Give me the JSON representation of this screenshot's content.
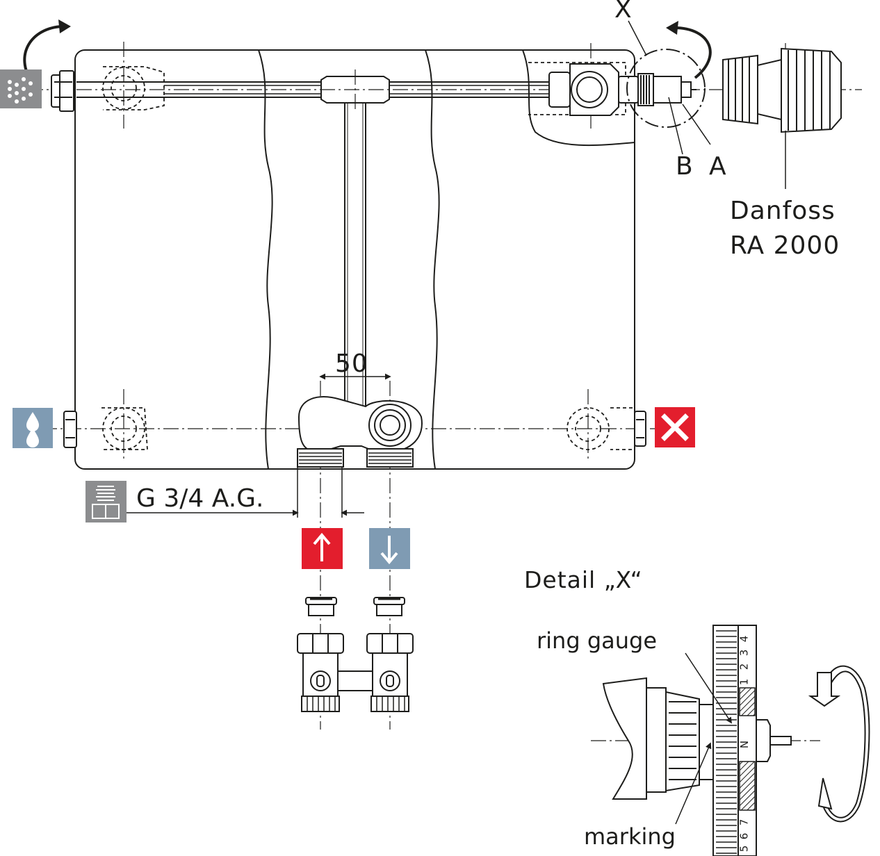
{
  "labels": {
    "x_marker": "X",
    "b": "B",
    "a": "A",
    "thermostat_line1": "Danfoss",
    "thermostat_line2": "RA 2000",
    "dimension": "50",
    "thread": "G 3/4 A.G.",
    "detail": "Detail „X“",
    "ring_gauge": "ring gauge",
    "marking": "marking"
  },
  "scale_digits": [
    "4",
    "3",
    "2",
    "1",
    "N",
    "7",
    "6",
    "5"
  ],
  "icons": {
    "vent": "venting-icon",
    "fill": "water-drops-icon",
    "no_connection": "cross-icon",
    "thread": "thread-nipple-icon",
    "flow": "arrow-up-icon",
    "return": "arrow-down-icon"
  },
  "colors": {
    "grey_icon": "#8c8d8f",
    "blue_icon": "#7f9bb3",
    "red_icon": "#e31e2d",
    "line": "#1d1d1b"
  }
}
